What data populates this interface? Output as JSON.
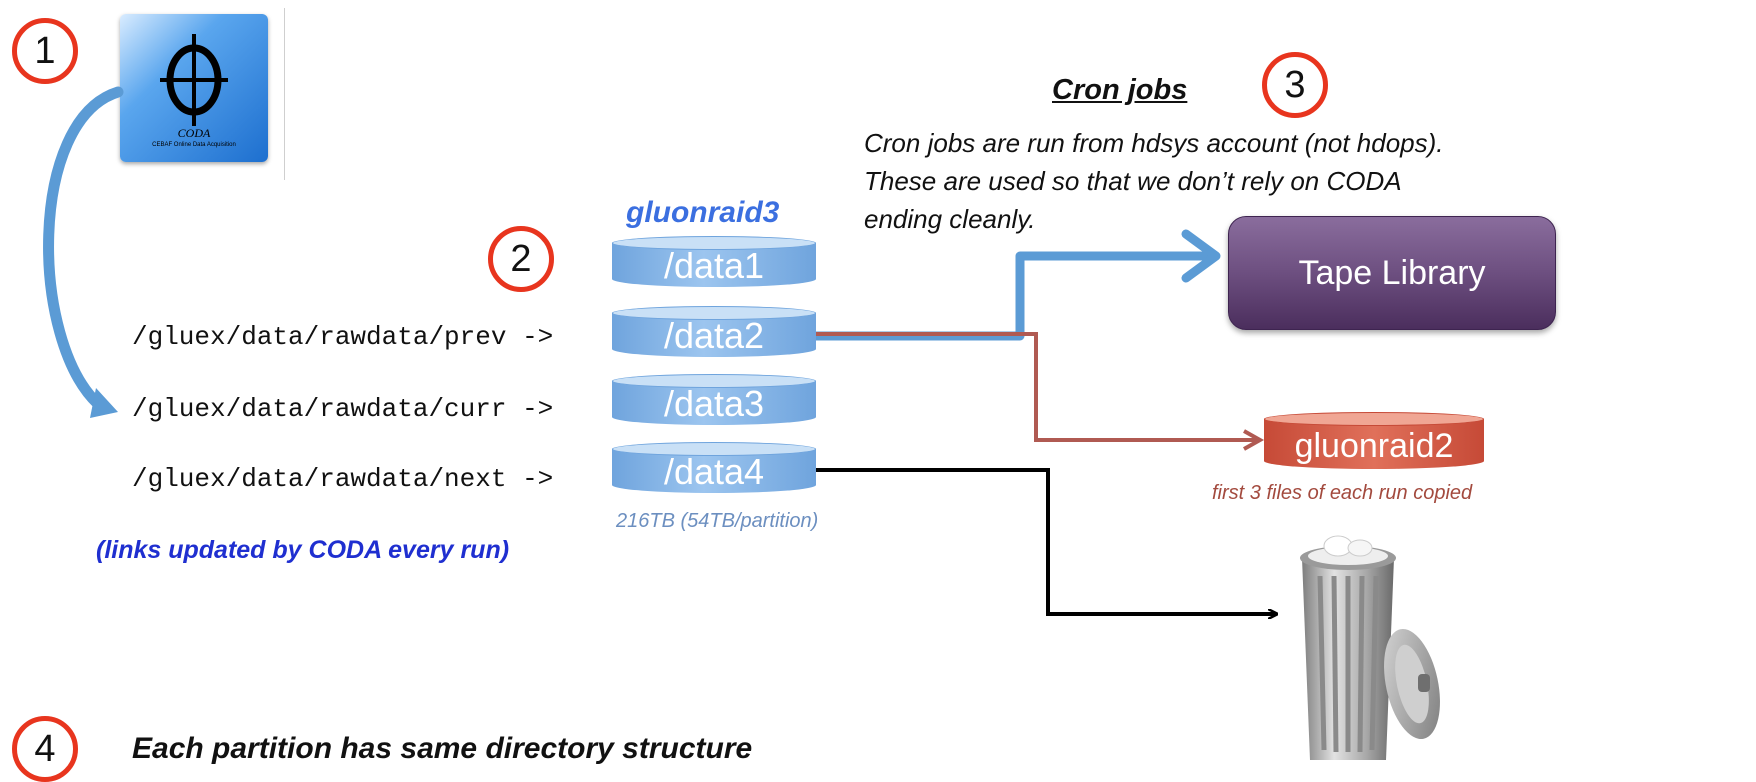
{
  "steps": [
    "1",
    "2",
    "3",
    "4"
  ],
  "coda_logo": {
    "title": "CODA",
    "subtitle": "CEBAF Online Data Acquisition"
  },
  "links": [
    {
      "path": "/gluex/data/rawdata/prev ->"
    },
    {
      "path": "/gluex/data/rawdata/curr ->"
    },
    {
      "path": "/gluex/data/rawdata/next ->"
    }
  ],
  "links_note": "(links updated by CODA every run)",
  "server": {
    "name": "gluonraid3",
    "partitions": [
      "/data1",
      "/data2",
      "/data3",
      "/data4"
    ],
    "capacity": "216TB (54TB/partition)"
  },
  "cron": {
    "title": "Cron jobs",
    "text_lines": [
      "Cron jobs are run from hdsys account (not hdops).",
      "These are used so that we don’t rely on CODA",
      "ending cleanly."
    ]
  },
  "tape_library": "Tape Library",
  "gluonraid2": {
    "name": "gluonraid2",
    "note": "first 3 files of each run copied"
  },
  "bottom_note": "Each partition has same directory structure",
  "trash_icon": "trash-can-icon",
  "colors": {
    "step_ring": "#e8351e",
    "blue_arrow": "#5b9bd5",
    "red_arrow": "#b05a52",
    "server_title": "#3b6fe0",
    "links_note": "#1f2fd0",
    "capacity": "#6c8fc0",
    "tape_top": "#8a6d9d",
    "tape_bottom": "#4b2e5d",
    "gluonraid2": "#d55a44"
  }
}
